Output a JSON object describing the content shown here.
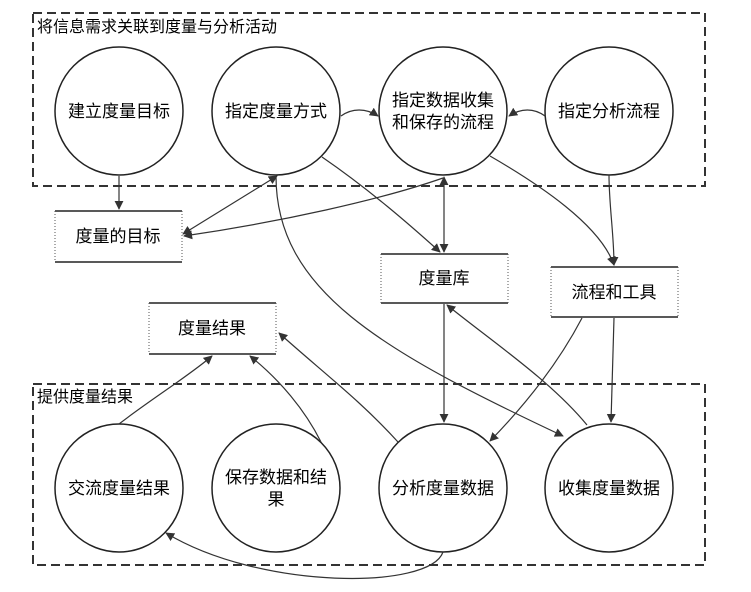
{
  "groups": {
    "top": {
      "label": "将信息需求关联到度量与分析活动"
    },
    "bottom": {
      "label": "提供度量结果"
    }
  },
  "processes": {
    "establish_objectives": {
      "lines": [
        "建立度量目标"
      ]
    },
    "specify_measures": {
      "lines": [
        "指定度量方式"
      ]
    },
    "specify_collection": {
      "lines": [
        "指定数据收集",
        "和保存的流程"
      ]
    },
    "specify_analysis": {
      "lines": [
        "指定分析流程"
      ]
    },
    "communicate_results": {
      "lines": [
        "交流度量结果"
      ]
    },
    "store_data": {
      "lines": [
        "保存数据和结",
        "果"
      ]
    },
    "analyze_data": {
      "lines": [
        "分析度量数据"
      ]
    },
    "collect_data": {
      "lines": [
        "收集度量数据"
      ]
    }
  },
  "stores": {
    "objectives": {
      "label": "度量的目标"
    },
    "repository": {
      "label": "度量库"
    },
    "procedures_tools": {
      "label": "流程和工具"
    },
    "results": {
      "label": "度量结果"
    }
  },
  "colors": {
    "stroke": "#333333",
    "text": "#000000",
    "background": "#ffffff"
  }
}
